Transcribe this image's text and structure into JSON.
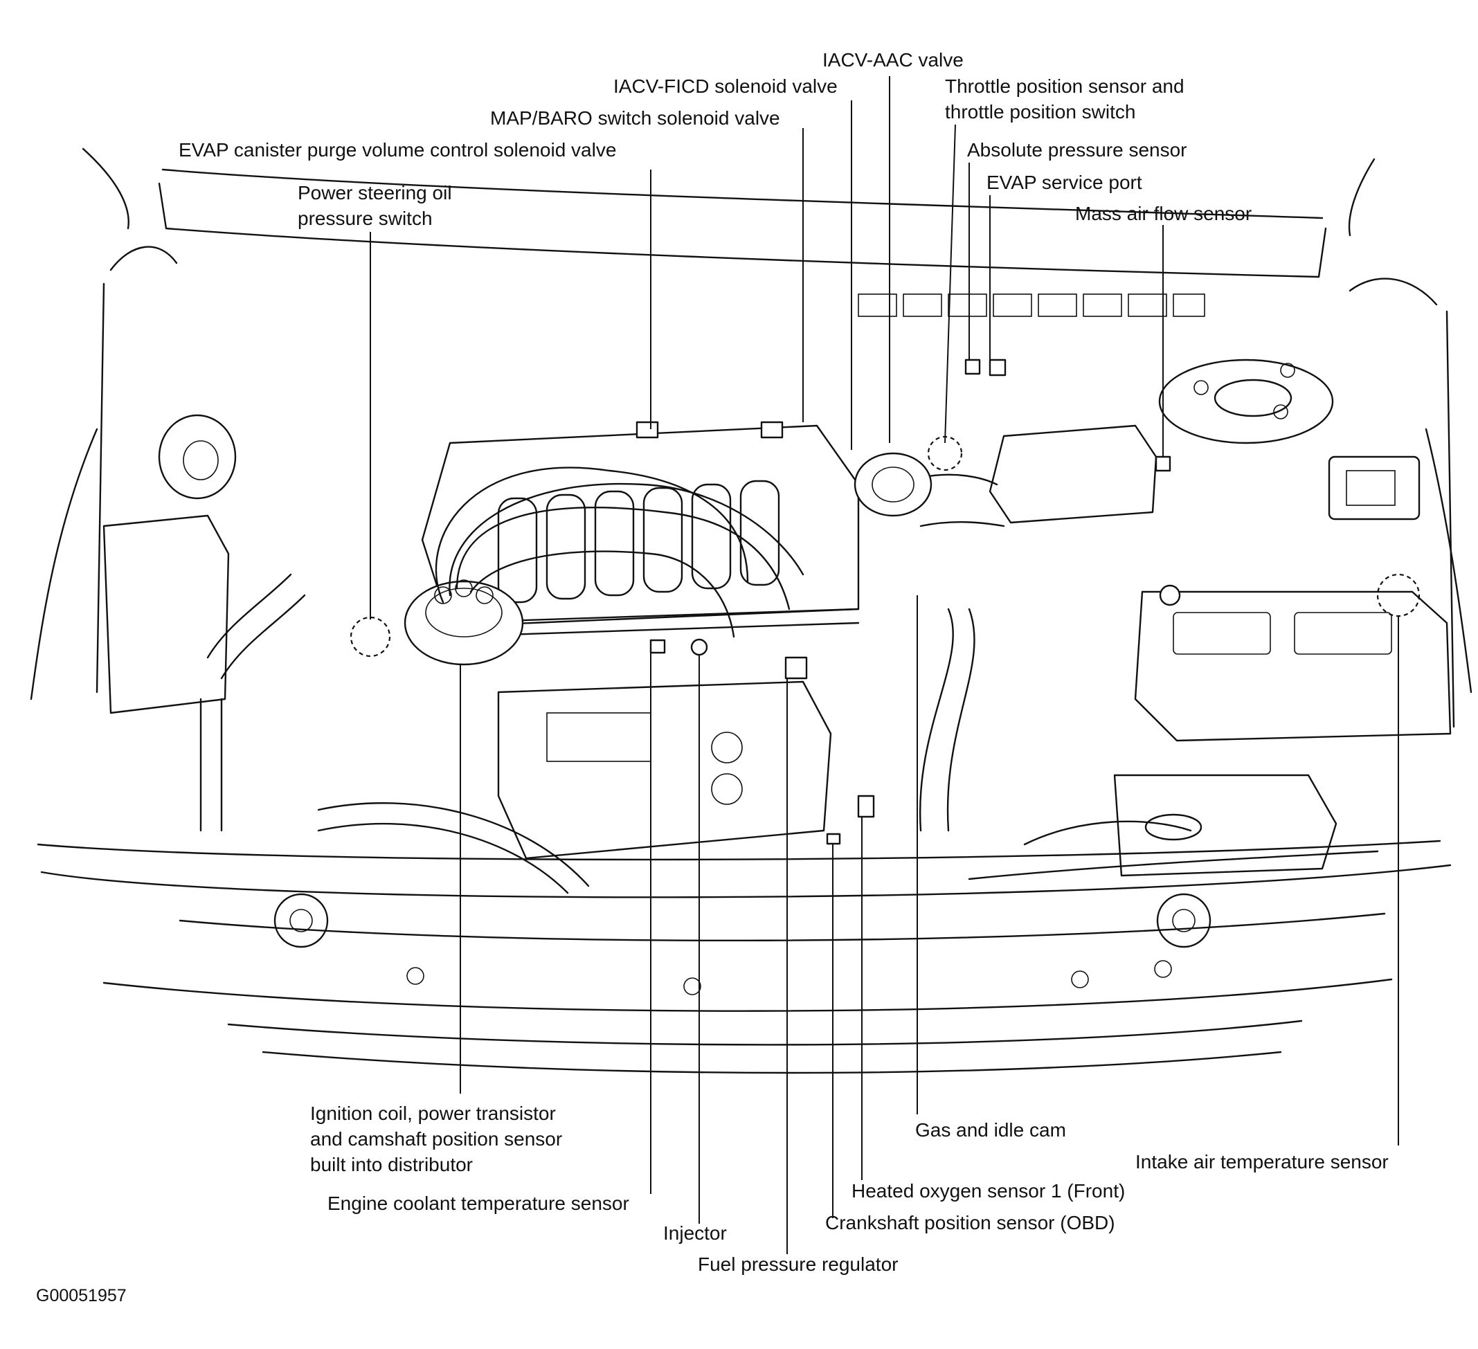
{
  "figure": {
    "code": "G00051957",
    "labels": {
      "iacv_aac": [
        "IACV-AAC valve"
      ],
      "iacv_ficd": [
        "IACV-FICD solenoid valve"
      ],
      "throttle_pos": [
        "Throttle position sensor and",
        "throttle position switch"
      ],
      "map_baro": [
        "MAP/BARO switch solenoid valve"
      ],
      "abs_pressure": [
        "Absolute pressure sensor"
      ],
      "evap_purge": [
        "EVAP canister purge volume control solenoid valve"
      ],
      "evap_port": [
        "EVAP service port"
      ],
      "ps_switch": [
        "Power steering oil",
        "pressure switch"
      ],
      "maf": [
        "Mass air flow sensor"
      ],
      "ign_coil": [
        "Ignition coil, power transistor",
        "and camshaft position sensor",
        "built into distributor"
      ],
      "gas_idle": [
        "Gas and idle cam"
      ],
      "iat": [
        "Intake air temperature sensor"
      ],
      "ho2s": [
        "Heated oxygen sensor 1 (Front)"
      ],
      "ect": [
        "Engine coolant temperature sensor"
      ],
      "ckp": [
        "Crankshaft position sensor (OBD)"
      ],
      "injector": [
        "Injector"
      ],
      "fpr": [
        "Fuel pressure regulator"
      ]
    }
  }
}
